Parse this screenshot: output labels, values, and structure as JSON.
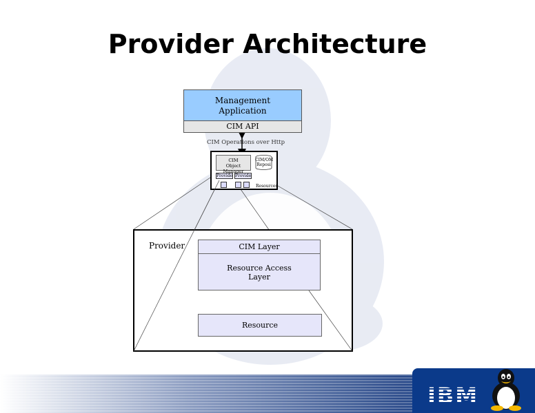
{
  "title": "Provider Architecture",
  "top_diagram": {
    "management_application": "Management\nApplication",
    "management_line1": "Management",
    "management_line2": "Application",
    "cim_api": "CIM API",
    "operations_label": "CIM Operations over Http"
  },
  "mini_diagram": {
    "object_manager_line1": "CIM",
    "object_manager_line2": "Object Manager",
    "repository_line1": "CIM/OM",
    "repository_line2": "Reposi",
    "provider1": "Provider",
    "provider2": "Provider",
    "resources": "Resources"
  },
  "provider_detail": {
    "provider_label": "Provider",
    "cim_layer": "CIM Layer",
    "resource_access_line1": "Resource Access",
    "resource_access_line2": "Layer",
    "resource": "Resource"
  },
  "logo": "IBM",
  "colors": {
    "management_fill": "#99ccff",
    "api_fill": "#e6e6e6",
    "layer_fill": "#e6e6fa",
    "footer_dark": "#0b3a8a"
  }
}
